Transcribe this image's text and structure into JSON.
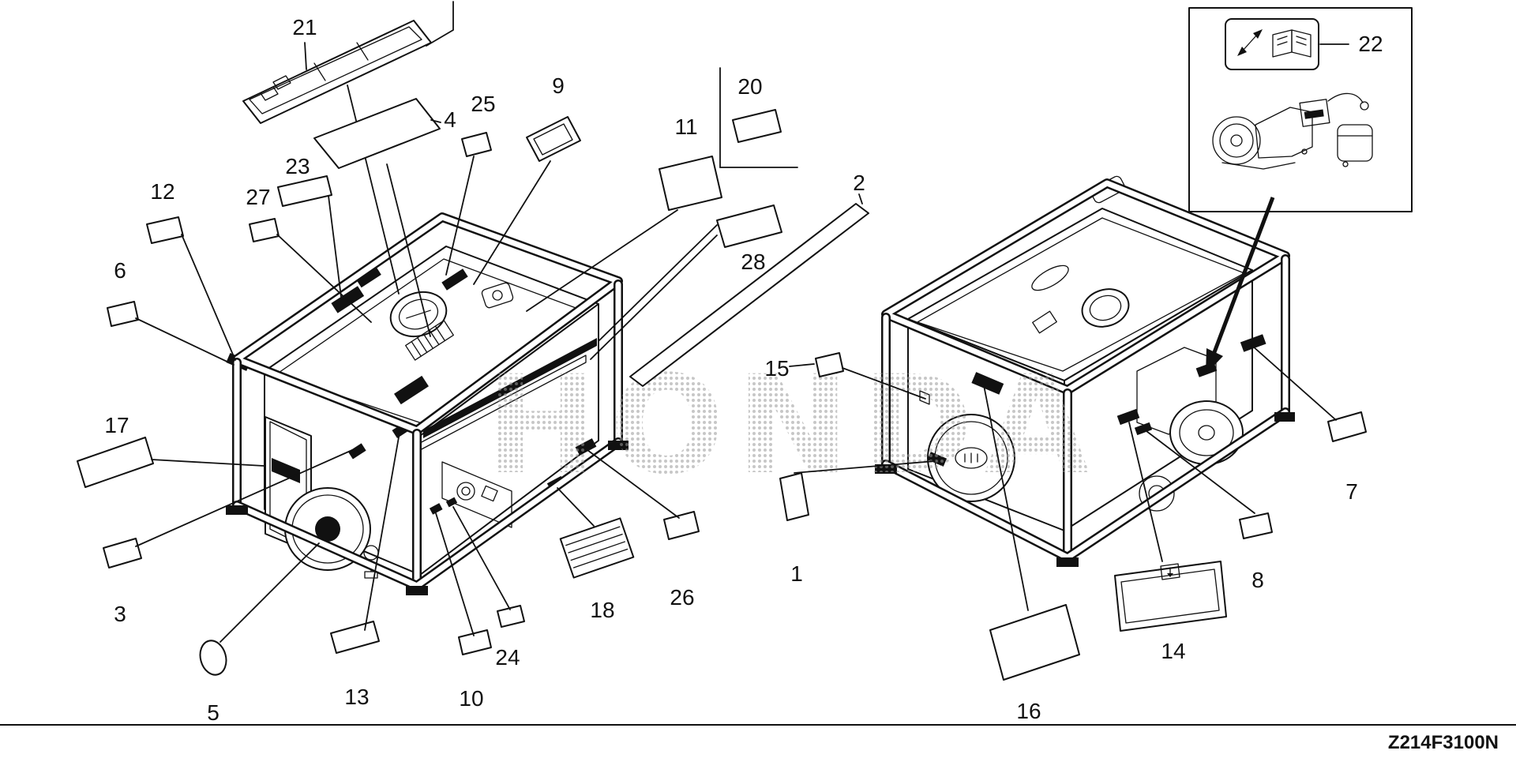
{
  "diagram": {
    "code": "Z214F3100N",
    "watermark": "HONDA"
  },
  "callouts": {
    "n1": "1",
    "n2": "2",
    "n3": "3",
    "n4": "4",
    "n5": "5",
    "n6": "6",
    "n7": "7",
    "n8": "8",
    "n9": "9",
    "n10": "10",
    "n11": "11",
    "n12": "12",
    "n13": "13",
    "n14": "14",
    "n15": "15",
    "n16": "16",
    "n17": "17",
    "n18": "18",
    "n20": "20",
    "n21": "21",
    "n22": "22",
    "n23": "23",
    "n24": "24",
    "n25": "25",
    "n26": "26",
    "n27": "27",
    "n28": "28"
  },
  "icons": {
    "owner_manual": "open-book-icon",
    "handling_arrows": "double-diagonal-arrow-icon",
    "detail_pointer": "filled-arrow-icon",
    "label_14_glyph": "down-arrow-icon"
  }
}
